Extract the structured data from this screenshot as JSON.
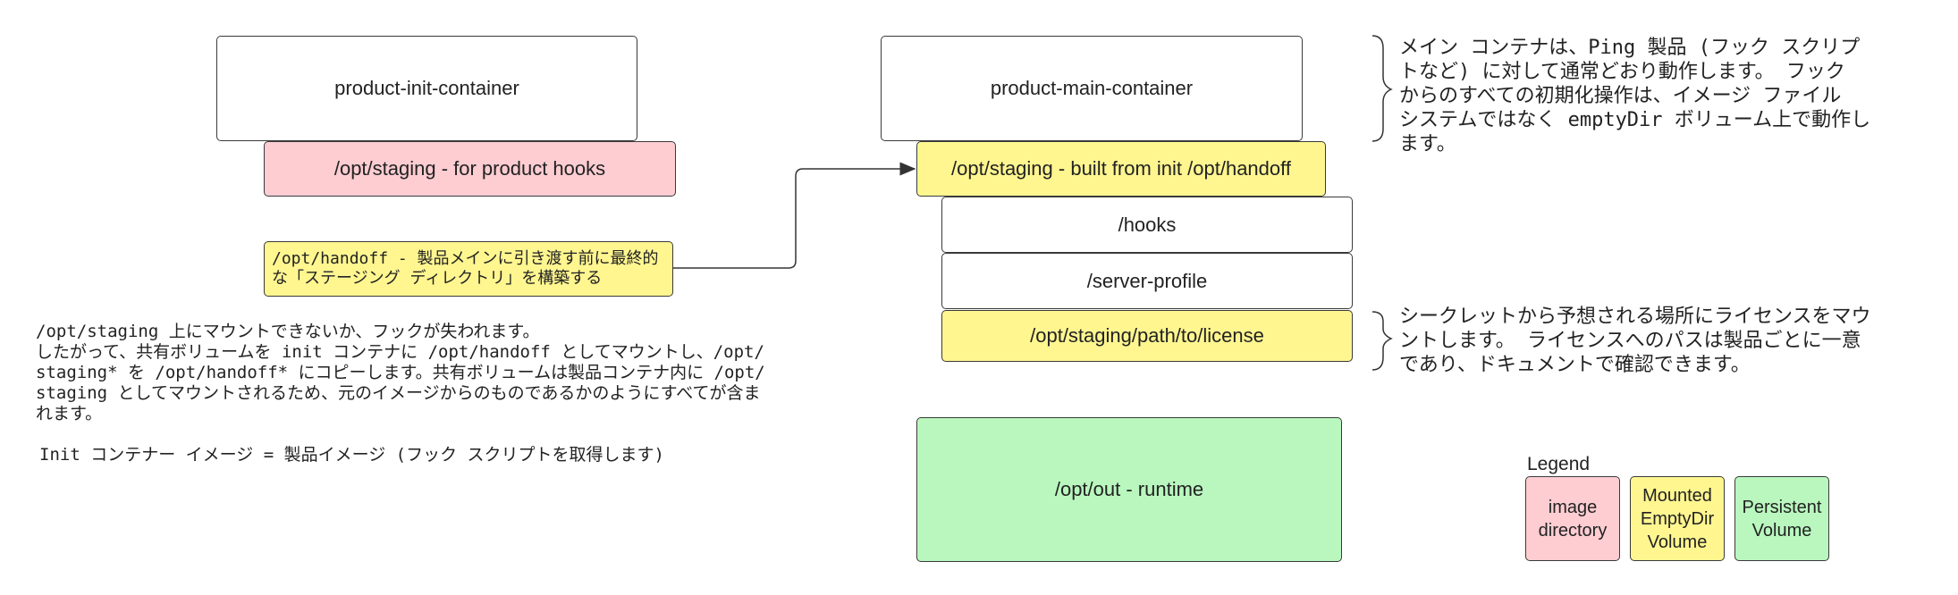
{
  "init_container": {
    "title": "product-init-container",
    "staging": "/opt/staging - for product hooks",
    "handoff": "/opt/handoff - 製品メインに引き渡す前に最終的\nな「ステージング ディレクトリ」を構築する"
  },
  "main_container": {
    "title": "product-main-container",
    "staging": "/opt/staging - built from init /opt/handoff",
    "hooks": "/hooks",
    "server_profile": "/server-profile",
    "license": "/opt/staging/path/to/license",
    "runtime": "/opt/out - runtime"
  },
  "notes": {
    "main_container": "メイン コンテナは、Ping 製品 (フック スクリプ\nトなど) に対して通常どおり動作します。 フック\nからのすべての初期化操作は、イメージ ファイル\nシステムではなく emptyDir ボリューム上で動作し\nます。",
    "license": "シークレットから予想される場所にライセンスをマウ\nントします。 ライセンスへのパスは製品ごとに一意\nであり、ドキュメントで確認できます。",
    "staging": "/opt/staging 上にマウントできないか、フックが失われます。\nしたがって、共有ボリュームを init コンテナに /opt/handoff としてマウントし、/opt/\nstaging* を /opt/handoff* にコピーします。共有ボリュームは製品コンテナ内に /opt/\nstaging としてマウントされるため、元のイメージからのものであるかのようにすべてが含ま\nれます。",
    "init_image": "Init コンテナー イメージ = 製品イメージ (フック スクリプトを取得します)"
  },
  "legend": {
    "title": "Legend",
    "image_directory": "image\ndirectory",
    "emptydir": "Mounted\nEmptyDir\nVolume",
    "persistent": "Persistent\nVolume"
  },
  "colors": {
    "image_directory": "#fdcdd2",
    "emptydir": "#fff690",
    "persistent": "#b9f7be"
  }
}
